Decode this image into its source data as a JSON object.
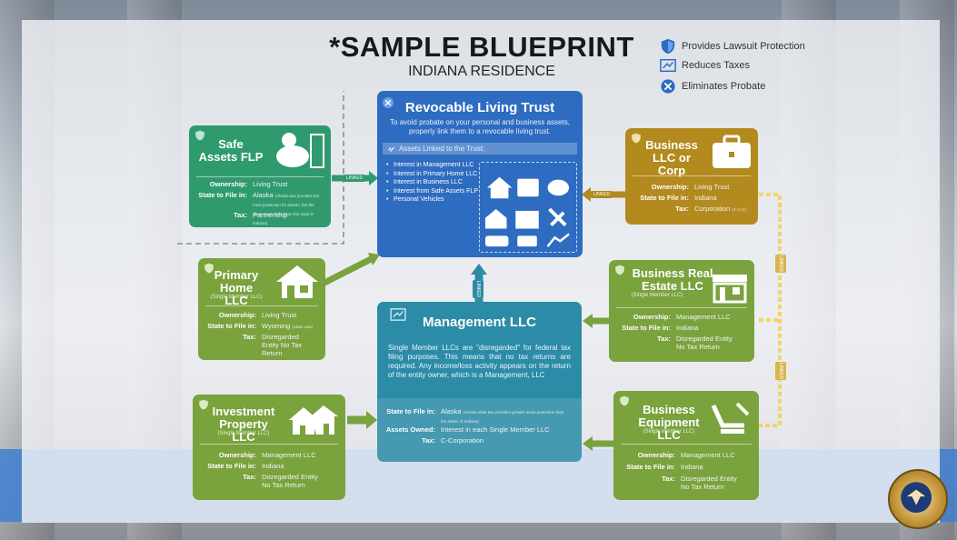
{
  "title": "*SAMPLE BLUEPRINT",
  "subtitle": "INDIANA RESIDENCE",
  "legend": [
    {
      "icon": "shield-icon",
      "label": "Provides Lawsuit Protection"
    },
    {
      "icon": "tax-icon",
      "label": "Reduces Taxes"
    },
    {
      "icon": "probate-icon",
      "label": "Eliminates Probate"
    }
  ],
  "labels": {
    "ownership": "Ownership:",
    "state": "State to File in:",
    "tax": "Tax:",
    "state_mgmt": "State to File in:",
    "assets_owned": "Assets Owned:",
    "linked": "LINKED"
  },
  "rlt": {
    "title": "Revocable Living Trust",
    "desc": "To avoid probate on your personal and business assets, properly link them to a revocable living trust.",
    "bar": "Assets Linked to the Trust:",
    "items": [
      "Interest in Management LLC",
      "Interest in Primary Home LLC",
      "Interest in Business LLC",
      "Interest from Safe Assets FLP",
      "Personal Vehicles"
    ]
  },
  "safe": {
    "title": "Safe Assets FLP",
    "ownership": "Living Trust",
    "state": "Alaska",
    "state_note": "(Alaska law provides the most protection for assets, but the client owns them from the state in Indiana)",
    "tax": "Partnership"
  },
  "primary": {
    "title": "Primary Home LLC",
    "sub": "(Single Member LLC)",
    "ownership": "Living Trust",
    "state": "Wyoming",
    "state_note": "(State Law)",
    "tax": "Disregarded Entity No Tax Return"
  },
  "invest": {
    "title": "Investment Property LLC",
    "sub": "(Single Member LLC)",
    "ownership": "Management LLC",
    "state": "Indiana",
    "tax": "Disregarded Entity No Tax Return"
  },
  "business": {
    "title": "Business LLC or Corp",
    "ownership": "Living Trust",
    "state": "Indiana",
    "tax": "Corporation",
    "tax_note": "(S or C)"
  },
  "realestate": {
    "title": "Business Real Estate LLC",
    "sub": "(Single Member LLC)",
    "ownership": "Management LLC",
    "state": "Indiana",
    "tax": "Disregarded Entity No Tax Return"
  },
  "equipment": {
    "title": "Business Equipment LLC",
    "sub": "(Single Member LLC)",
    "ownership": "Management LLC",
    "state": "Indiana",
    "tax": "Disregarded Entity No Tax Return"
  },
  "mgmt": {
    "title": "Management LLC",
    "desc": "Single Member LLCs are \"disregarded\" for federal tax filing purposes. This means that no tax returns are required. Any income/loss activity appears on the return of the entity owner, which is a Management, LLC",
    "state_label": "State to File in:",
    "state": "Alaska",
    "state_note": "(Alaska state law provides greater asset protection than the states of Indiana)",
    "assets": "Interest in each Single Member LLC",
    "tax": "C-Corporation"
  },
  "colors": {
    "green_dark": "#2f9a6e",
    "green_light": "#7aa23d",
    "gold": "#b38a1e",
    "blue": "#2d6cc0",
    "teal": "#2c8ba6"
  }
}
